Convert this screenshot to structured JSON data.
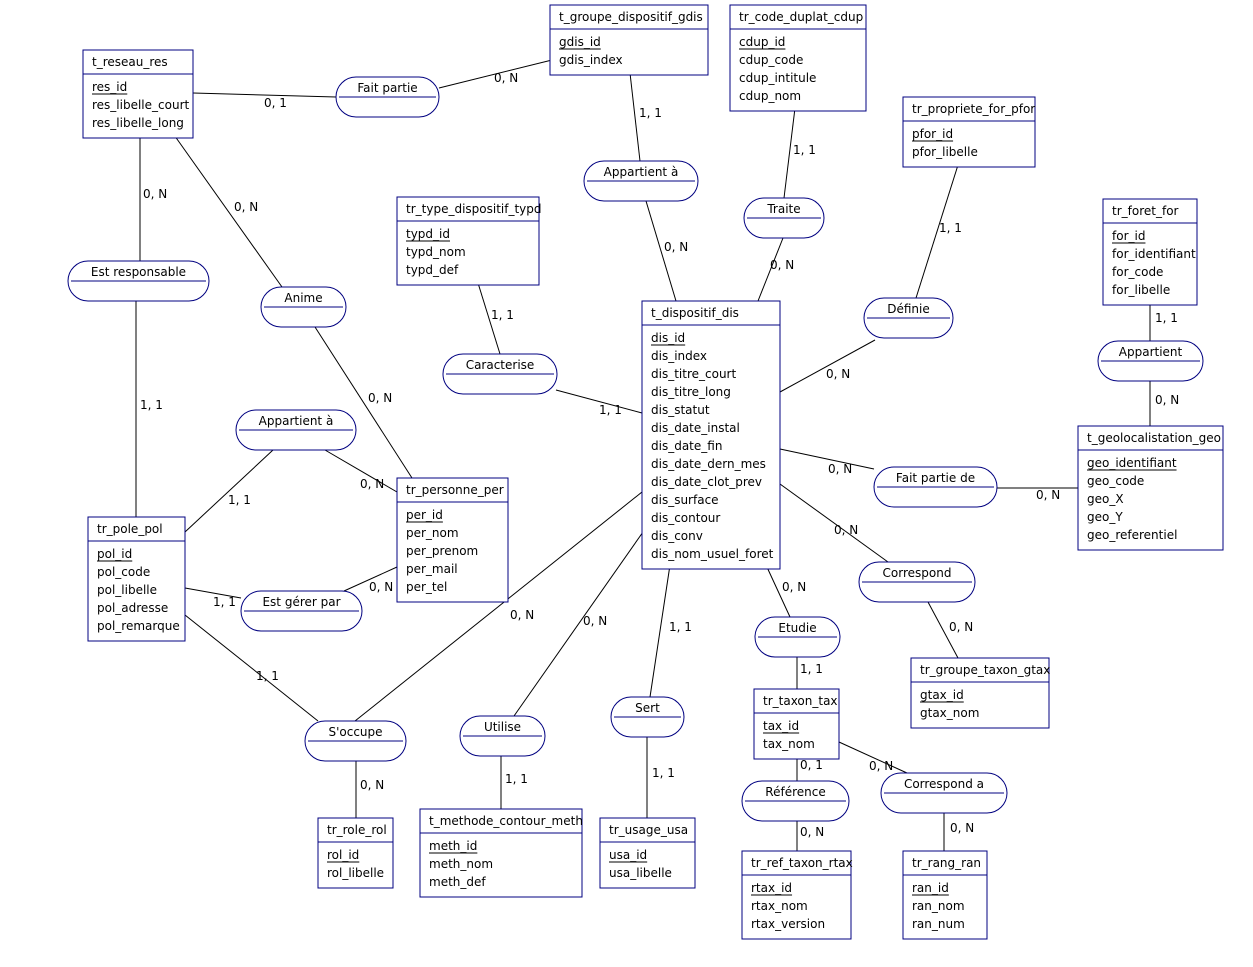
{
  "entities": [
    {
      "id": "reseau",
      "title": "t_reseau_res",
      "attrs": [
        "res_id",
        "res_libelle_court",
        "res_libelle_long"
      ],
      "keys": 1
    },
    {
      "id": "groupe",
      "title": "t_groupe_dispositif_gdis",
      "attrs": [
        "gdis_id",
        "gdis_index"
      ],
      "keys": 1
    },
    {
      "id": "duplat",
      "title": "tr_code_duplat_cdup",
      "attrs": [
        "cdup_id",
        "cdup_code",
        "cdup_intitule",
        "cdup_nom"
      ],
      "keys": 1
    },
    {
      "id": "propriete",
      "title": "tr_propriete_for_pfor",
      "attrs": [
        "pfor_id",
        "pfor_libelle"
      ],
      "keys": 1
    },
    {
      "id": "foret",
      "title": "tr_foret_for",
      "attrs": [
        "for_id",
        "for_identifiant",
        "for_code",
        "for_libelle"
      ],
      "keys": 1
    },
    {
      "id": "typed",
      "title": "tr_type_dispositif_typd",
      "attrs": [
        "typd_id",
        "typd_nom",
        "typd_def"
      ],
      "keys": 1
    },
    {
      "id": "dispositif",
      "title": "t_dispositif_dis",
      "attrs": [
        "dis_id",
        "dis_index",
        "dis_titre_court",
        "dis_titre_long",
        "dis_statut",
        "dis_date_instal",
        "dis_date_fin",
        "dis_date_dern_mes",
        "dis_date_clot_prev",
        "dis_surface",
        "dis_contour",
        "dis_conv",
        "dis_nom_usuel_foret"
      ],
      "keys": 1
    },
    {
      "id": "geoloc",
      "title": "t_geolocalistation_geo",
      "attrs": [
        "geo_identifiant",
        "geo_code",
        "geo_X",
        "geo_Y",
        "geo_referentiel"
      ],
      "keys": 1
    },
    {
      "id": "personne",
      "title": "tr_personne_per",
      "attrs": [
        "per_id",
        "per_nom",
        "per_prenom",
        "per_mail",
        "per_tel"
      ],
      "keys": 1
    },
    {
      "id": "pole",
      "title": "tr_pole_pol",
      "attrs": [
        "pol_id",
        "pol_code",
        "pol_libelle",
        "pol_adresse",
        "pol_remarque"
      ],
      "keys": 1
    },
    {
      "id": "gtaxon",
      "title": "tr_groupe_taxon_gtax",
      "attrs": [
        "gtax_id",
        "gtax_nom"
      ],
      "keys": 1
    },
    {
      "id": "taxon",
      "title": "tr_taxon_tax",
      "attrs": [
        "tax_id",
        "tax_nom"
      ],
      "keys": 1
    },
    {
      "id": "role",
      "title": "tr_role_rol",
      "attrs": [
        "rol_id",
        "rol_libelle"
      ],
      "keys": 1
    },
    {
      "id": "methode",
      "title": "t_methode_contour_meth",
      "attrs": [
        "meth_id",
        "meth_nom",
        "meth_def"
      ],
      "keys": 1
    },
    {
      "id": "usage",
      "title": "tr_usage_usa",
      "attrs": [
        "usa_id",
        "usa_libelle"
      ],
      "keys": 1
    },
    {
      "id": "reftaxon",
      "title": "tr_ref_taxon_rtax",
      "attrs": [
        "rtax_id",
        "rtax_nom",
        "rtax_version"
      ],
      "keys": 1
    },
    {
      "id": "rang",
      "title": "tr_rang_ran",
      "attrs": [
        "ran_id",
        "ran_nom",
        "ran_num"
      ],
      "keys": 1
    }
  ],
  "relations": [
    {
      "id": "fait_partie",
      "label": "Fait partie"
    },
    {
      "id": "appartient_a_top",
      "label": "Appartient à"
    },
    {
      "id": "traite",
      "label": "Traite"
    },
    {
      "id": "definie",
      "label": "Définie"
    },
    {
      "id": "appartient_foret",
      "label": "Appartient"
    },
    {
      "id": "est_responsable",
      "label": "Est responsable"
    },
    {
      "id": "anime",
      "label": "Anime"
    },
    {
      "id": "caracterise",
      "label": "Caracterise"
    },
    {
      "id": "appartient_a_pole",
      "label": "Appartient  à"
    },
    {
      "id": "fait_partie_de",
      "label": "Fait partie de"
    },
    {
      "id": "correspond",
      "label": "Correspond"
    },
    {
      "id": "est_gerer_par",
      "label": "Est gérer par"
    },
    {
      "id": "etudie",
      "label": "Etudie"
    },
    {
      "id": "soccupe",
      "label": "S'occupe"
    },
    {
      "id": "utilise",
      "label": "Utilise"
    },
    {
      "id": "sert",
      "label": "Sert"
    },
    {
      "id": "reference",
      "label": "Référence"
    },
    {
      "id": "correspond_a",
      "label": "Correspond a"
    }
  ],
  "cardinalities": [
    {
      "id": "c1",
      "text": "0, 1"
    },
    {
      "id": "c2",
      "text": "0, N"
    },
    {
      "id": "c3",
      "text": "1, 1"
    },
    {
      "id": "c4",
      "text": "0, N"
    },
    {
      "id": "c5",
      "text": "1, 1"
    },
    {
      "id": "c6",
      "text": "0, N"
    },
    {
      "id": "c7",
      "text": "1, 1"
    },
    {
      "id": "c8",
      "text": "0, N"
    },
    {
      "id": "c9",
      "text": "1, 1"
    },
    {
      "id": "c10",
      "text": "0, N"
    },
    {
      "id": "c11",
      "text": "0, N"
    },
    {
      "id": "c12",
      "text": "1, 1"
    },
    {
      "id": "c13",
      "text": "0, N"
    },
    {
      "id": "c14",
      "text": "0, N"
    },
    {
      "id": "c15",
      "text": "1, 1"
    },
    {
      "id": "c16",
      "text": "1, 1"
    },
    {
      "id": "c17",
      "text": "1, 1"
    },
    {
      "id": "c18",
      "text": "0, N"
    },
    {
      "id": "c19",
      "text": "1, 1"
    },
    {
      "id": "c20",
      "text": "0, N"
    },
    {
      "id": "c21",
      "text": "1, 1"
    },
    {
      "id": "c22",
      "text": "0, N"
    },
    {
      "id": "c23",
      "text": "0, N"
    },
    {
      "id": "c24",
      "text": "1, 1"
    },
    {
      "id": "c25",
      "text": "0, N"
    },
    {
      "id": "c26",
      "text": "1, 1"
    },
    {
      "id": "c27",
      "text": "0, N"
    },
    {
      "id": "c28",
      "text": "0, N"
    },
    {
      "id": "c29",
      "text": "0, N"
    },
    {
      "id": "c30",
      "text": "0, N"
    },
    {
      "id": "c31",
      "text": "0, 1"
    },
    {
      "id": "c32",
      "text": "0, N"
    },
    {
      "id": "c33",
      "text": "0, N"
    },
    {
      "id": "c34",
      "text": "0, N"
    },
    {
      "id": "c35",
      "text": "0, N"
    },
    {
      "id": "c36",
      "text": "1, 1"
    },
    {
      "id": "c37",
      "text": "1, 1"
    }
  ],
  "colors": {
    "box_border": "#000080",
    "link": "#000000",
    "background": "#ffffff"
  }
}
